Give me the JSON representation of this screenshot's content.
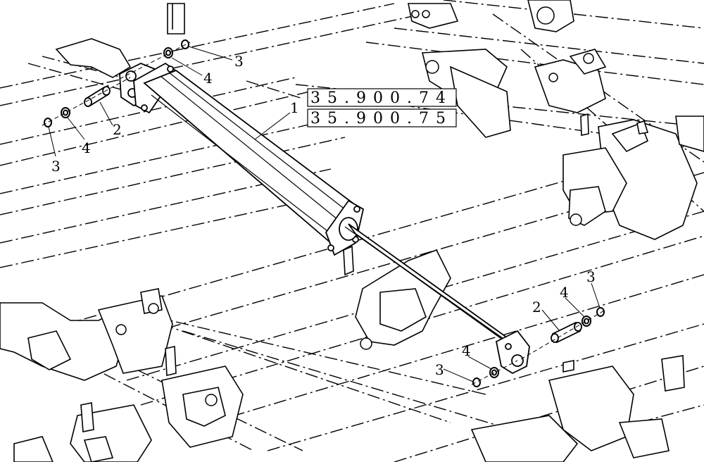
{
  "diagram": {
    "references": [
      "35.900.74",
      "35.900.75"
    ],
    "callouts": {
      "c1": "1",
      "c2a": "2",
      "c2b": "2",
      "c3a": "3",
      "c3b": "3",
      "c3c": "3",
      "c3d": "3",
      "c4a": "4",
      "c4b": "4",
      "c4c": "4",
      "c4d": "4"
    }
  }
}
